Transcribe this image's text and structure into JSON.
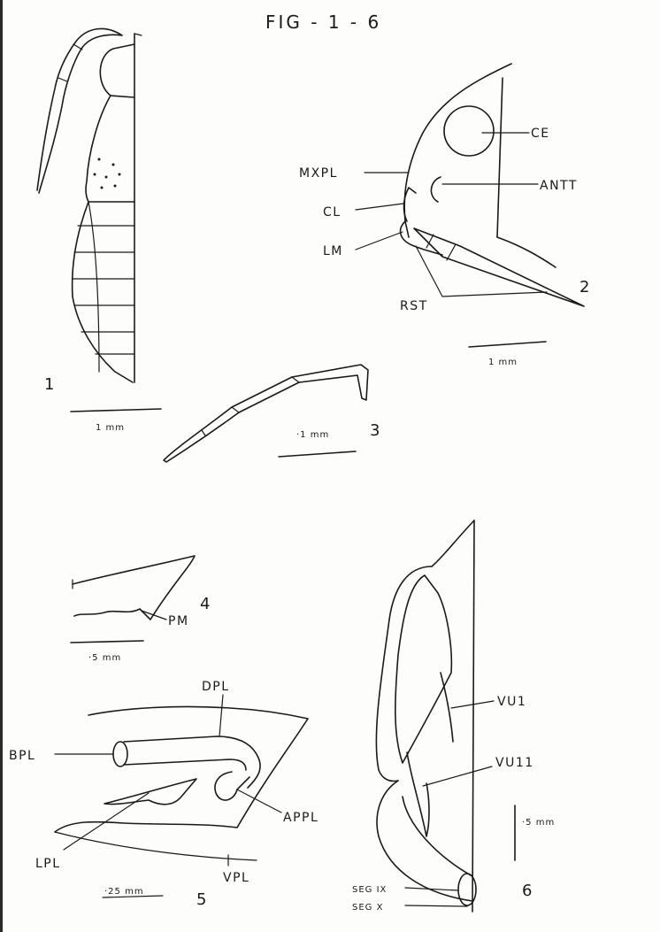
{
  "title": "FIG - 1 - 6",
  "figures": {
    "fig1": {
      "number": "1",
      "scale": "1 mm"
    },
    "fig2": {
      "number": "2",
      "scale": "1 mm",
      "labels": {
        "ce": "CE",
        "antt": "ANTT",
        "mxpl": "MXPL",
        "cl": "CL",
        "lm": "LM",
        "rst": "RST"
      }
    },
    "fig3": {
      "number": "3",
      "scale": "·1 mm"
    },
    "fig4": {
      "number": "4",
      "scale": "·5 mm",
      "labels": {
        "pm": "PM"
      }
    },
    "fig5": {
      "number": "5",
      "scale": "·25 mm",
      "labels": {
        "dpl": "DPL",
        "bpl": "BPL",
        "appl": "APPL",
        "lpl": "LPL",
        "vpl": "VPL"
      }
    },
    "fig6": {
      "number": "6",
      "scale": "·5 mm",
      "labels": {
        "vu1": "VU1",
        "vu2": "VU11",
        "seg9": "SEG IX",
        "seg10": "SEG X"
      }
    }
  },
  "colors": {
    "ink": "#1a1a1a",
    "paper": "#fdfdfb"
  }
}
